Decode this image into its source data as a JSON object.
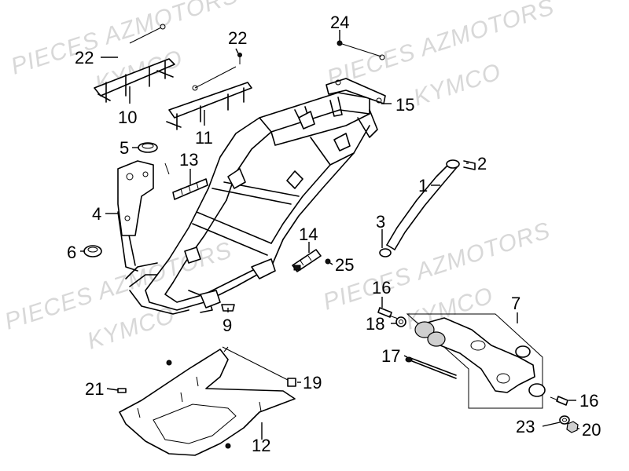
{
  "watermarks": [
    "PIECES AZMOTORS",
    "KYMCO",
    "PIECES AZMOTORS",
    "KYMCO",
    "PIECES AZMOTORS",
    "KYMCO",
    "PIECES AZMOTORS",
    "KYMCO"
  ],
  "callouts": [
    {
      "id": "1",
      "label": "1"
    },
    {
      "id": "2",
      "label": "2"
    },
    {
      "id": "3",
      "label": "3"
    },
    {
      "id": "4",
      "label": "4"
    },
    {
      "id": "5",
      "label": "5"
    },
    {
      "id": "6",
      "label": "6"
    },
    {
      "id": "7",
      "label": "7"
    },
    {
      "id": "9",
      "label": "9"
    },
    {
      "id": "10",
      "label": "10"
    },
    {
      "id": "11",
      "label": "11"
    },
    {
      "id": "12",
      "label": "12"
    },
    {
      "id": "13",
      "label": "13"
    },
    {
      "id": "14",
      "label": "14"
    },
    {
      "id": "15",
      "label": "15"
    },
    {
      "id": "16a",
      "label": "16"
    },
    {
      "id": "16b",
      "label": "16"
    },
    {
      "id": "17",
      "label": "17"
    },
    {
      "id": "18",
      "label": "18"
    },
    {
      "id": "19",
      "label": "19"
    },
    {
      "id": "20",
      "label": "20"
    },
    {
      "id": "21",
      "label": "21"
    },
    {
      "id": "22a",
      "label": "22"
    },
    {
      "id": "22b",
      "label": "22"
    },
    {
      "id": "23",
      "label": "23"
    },
    {
      "id": "24",
      "label": "24"
    },
    {
      "id": "25",
      "label": "25"
    }
  ]
}
